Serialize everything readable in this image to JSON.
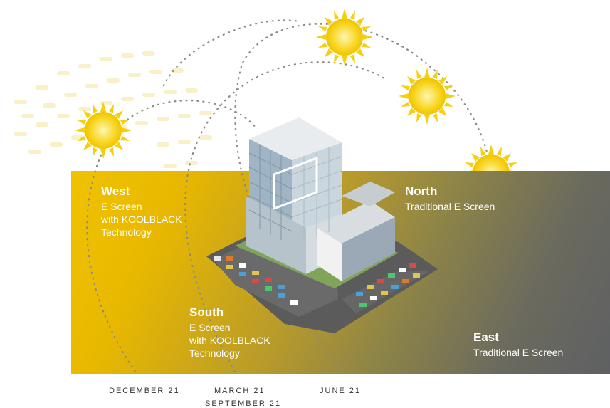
{
  "labels": {
    "west": {
      "direction": "West",
      "description": "E Screen\nwith KOOLBLACK\nTechnology"
    },
    "north": {
      "direction": "North",
      "description": "Traditional E Screen"
    },
    "south": {
      "direction": "South",
      "description": "E Screen\nwith KOOLBLACK\nTechnology"
    },
    "east": {
      "direction": "East",
      "description": "Traditional E Screen"
    }
  },
  "months": {
    "december": "DECEMBER 21",
    "march": "MARCH 21",
    "september": "SEPTEMBER 21",
    "june": "JUNE 21"
  },
  "colors": {
    "panel_warm": "#f0c200",
    "panel_cool": "#5e6063",
    "sun": "#f7d51e",
    "sun_core": "#fff4a8",
    "path_dots": "#888888"
  },
  "icons": [
    "sun-icon",
    "building-illustration"
  ]
}
